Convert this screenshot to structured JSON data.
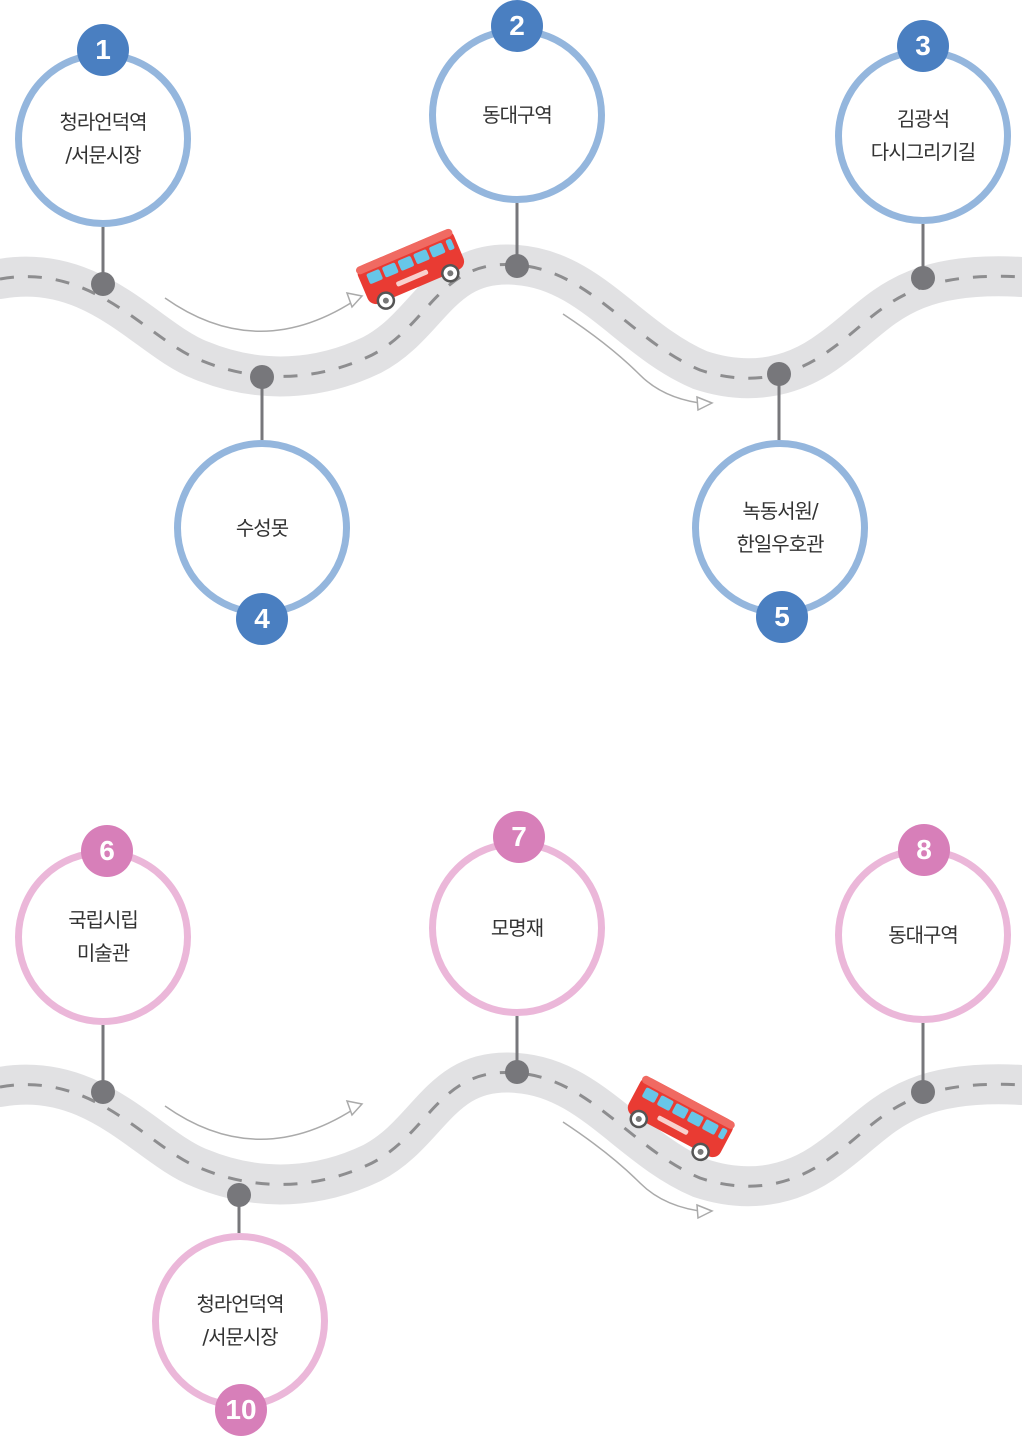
{
  "colors": {
    "road": "#e1e1e3",
    "road_dash": "#8d8d8f",
    "connector": "#77777b",
    "route1_ring": "#94b6dd",
    "route1_badge": "#4a7fc1",
    "route2_ring": "#ebb7d9",
    "route2_badge": "#d77fb9",
    "bus_body": "#e93b33",
    "bus_window": "#67c6e8"
  },
  "routes": [
    {
      "name": "route-1",
      "stops": [
        {
          "number": "1",
          "lines": [
            "청라언덕역",
            "/서문시장"
          ]
        },
        {
          "number": "2",
          "lines": [
            "동대구역"
          ]
        },
        {
          "number": "3",
          "lines": [
            "김광석",
            "다시그리기길"
          ]
        },
        {
          "number": "4",
          "lines": [
            "수성못"
          ]
        },
        {
          "number": "5",
          "lines": [
            "녹동서원/",
            "한일우호관"
          ]
        }
      ]
    },
    {
      "name": "route-2",
      "stops": [
        {
          "number": "6",
          "lines": [
            "국립시립",
            "미술관"
          ]
        },
        {
          "number": "7",
          "lines": [
            "모명재"
          ]
        },
        {
          "number": "8",
          "lines": [
            "동대구역"
          ]
        },
        {
          "number": "10",
          "lines": [
            "청라언덕역",
            "/서문시장"
          ]
        }
      ]
    }
  ]
}
